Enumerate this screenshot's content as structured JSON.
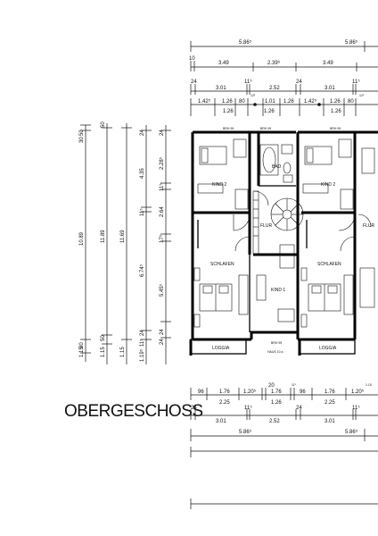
{
  "title": "OBERGESCHOSS",
  "rooms": {
    "kind2_left": "KIND 2",
    "kind2_right": "KIND 2",
    "schlafen_left": "SCHLAFEN",
    "schlafen_right": "SCHLAFEN",
    "kind1": "KIND 1",
    "flur_left": "FLUR",
    "flur_right": "FLUR",
    "bad": "BAD",
    "loggia_left": "LOGGIA",
    "loggia_right": "LOGGIA"
  },
  "labels": {
    "brh_top_1": "BRH 99",
    "brh_top_2": "BRH 99",
    "brh_top_3": "BRH 99",
    "brh_bottom": "BRH 99",
    "haus": "HAUS 10 a"
  },
  "top_dimensions": {
    "row1": [
      "5.86⁵",
      "5.86⁵"
    ],
    "row2_start": "10",
    "row2": [
      "3.49",
      "2.39⁵",
      "3.49"
    ],
    "row3_marks": [
      "24",
      "11⁵",
      "24",
      "11⁵"
    ],
    "row3": [
      "3.01",
      "2.52",
      "3.01"
    ],
    "row4a": [
      "1.42⁵",
      "1.26",
      "80",
      "1.01",
      "1.26",
      "1.42⁵",
      "1.26",
      "80"
    ],
    "row4a_small": [
      "12⁵",
      "12⁵"
    ],
    "row4b": [
      "1.26",
      "1.26",
      "1.26"
    ]
  },
  "left_dimensions": {
    "col1": [
      "10.89",
      "80",
      "1.15"
    ],
    "col1_top": "30",
    "col1_mid": "50",
    "col2": [
      "11.89",
      "1.15"
    ],
    "col2_marks": [
      "50",
      "50"
    ],
    "col3": [
      "11.69",
      "1.15"
    ],
    "col4": [
      "4.35",
      "11⁵",
      "6.74⁵",
      "11⁵",
      "1.19⁵"
    ],
    "col4_marks": [
      "24",
      "24"
    ],
    "col5": [
      "2.28⁵",
      "11⁵",
      "2.64",
      "17⁵",
      "5.45⁵"
    ],
    "col5_marks": [
      "24",
      "24",
      "24"
    ]
  },
  "bottom_dimensions": {
    "mark_20": "20",
    "row1": [
      "96",
      "1.76",
      "1.20⁵",
      "1.76",
      "96",
      "1.76",
      "1.20⁵"
    ],
    "row1_small": [
      "11⁵",
      "1.15"
    ],
    "row2": [
      "2.25",
      "1.26",
      "2.25"
    ],
    "row3_marks": [
      "24",
      "11⁵",
      "24",
      "11⁵"
    ],
    "row3": [
      "3.01",
      "2.52",
      "3.01"
    ],
    "row4": [
      "5.86⁵",
      "5.86⁵"
    ]
  }
}
